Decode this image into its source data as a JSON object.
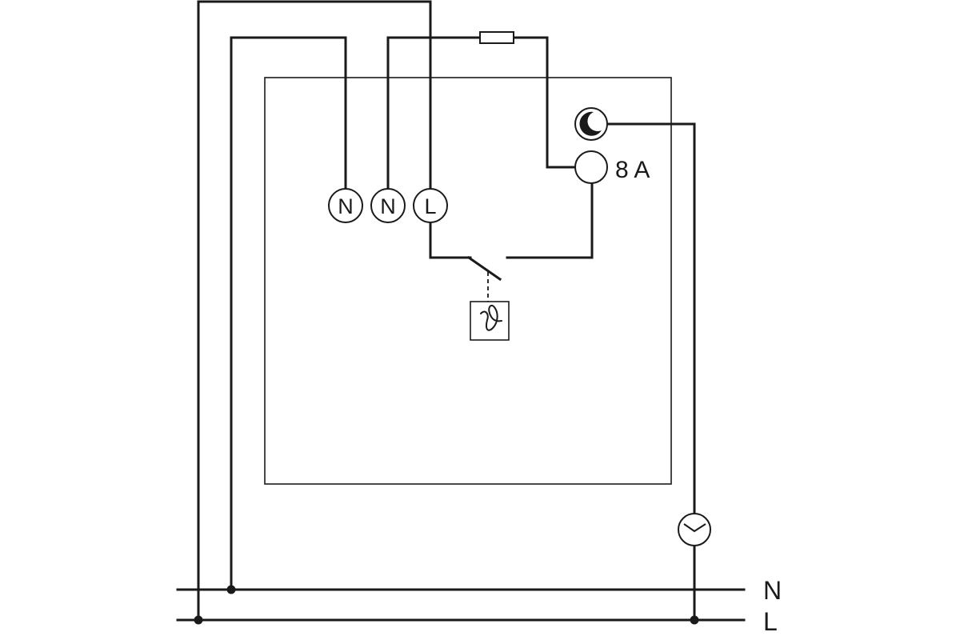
{
  "terminals": {
    "n1": "N",
    "n2": "N",
    "l": "L"
  },
  "output_rating": "8 A",
  "rails": {
    "neutral": "N",
    "line": "L"
  },
  "symbols": {
    "setback_terminal": "moon-icon",
    "temperature_sensor": "theta-icon",
    "timer": "clock-icon",
    "fuse": "fuse-icon"
  },
  "colors": {
    "stroke": "#1a1a1a",
    "background": "#ffffff"
  }
}
